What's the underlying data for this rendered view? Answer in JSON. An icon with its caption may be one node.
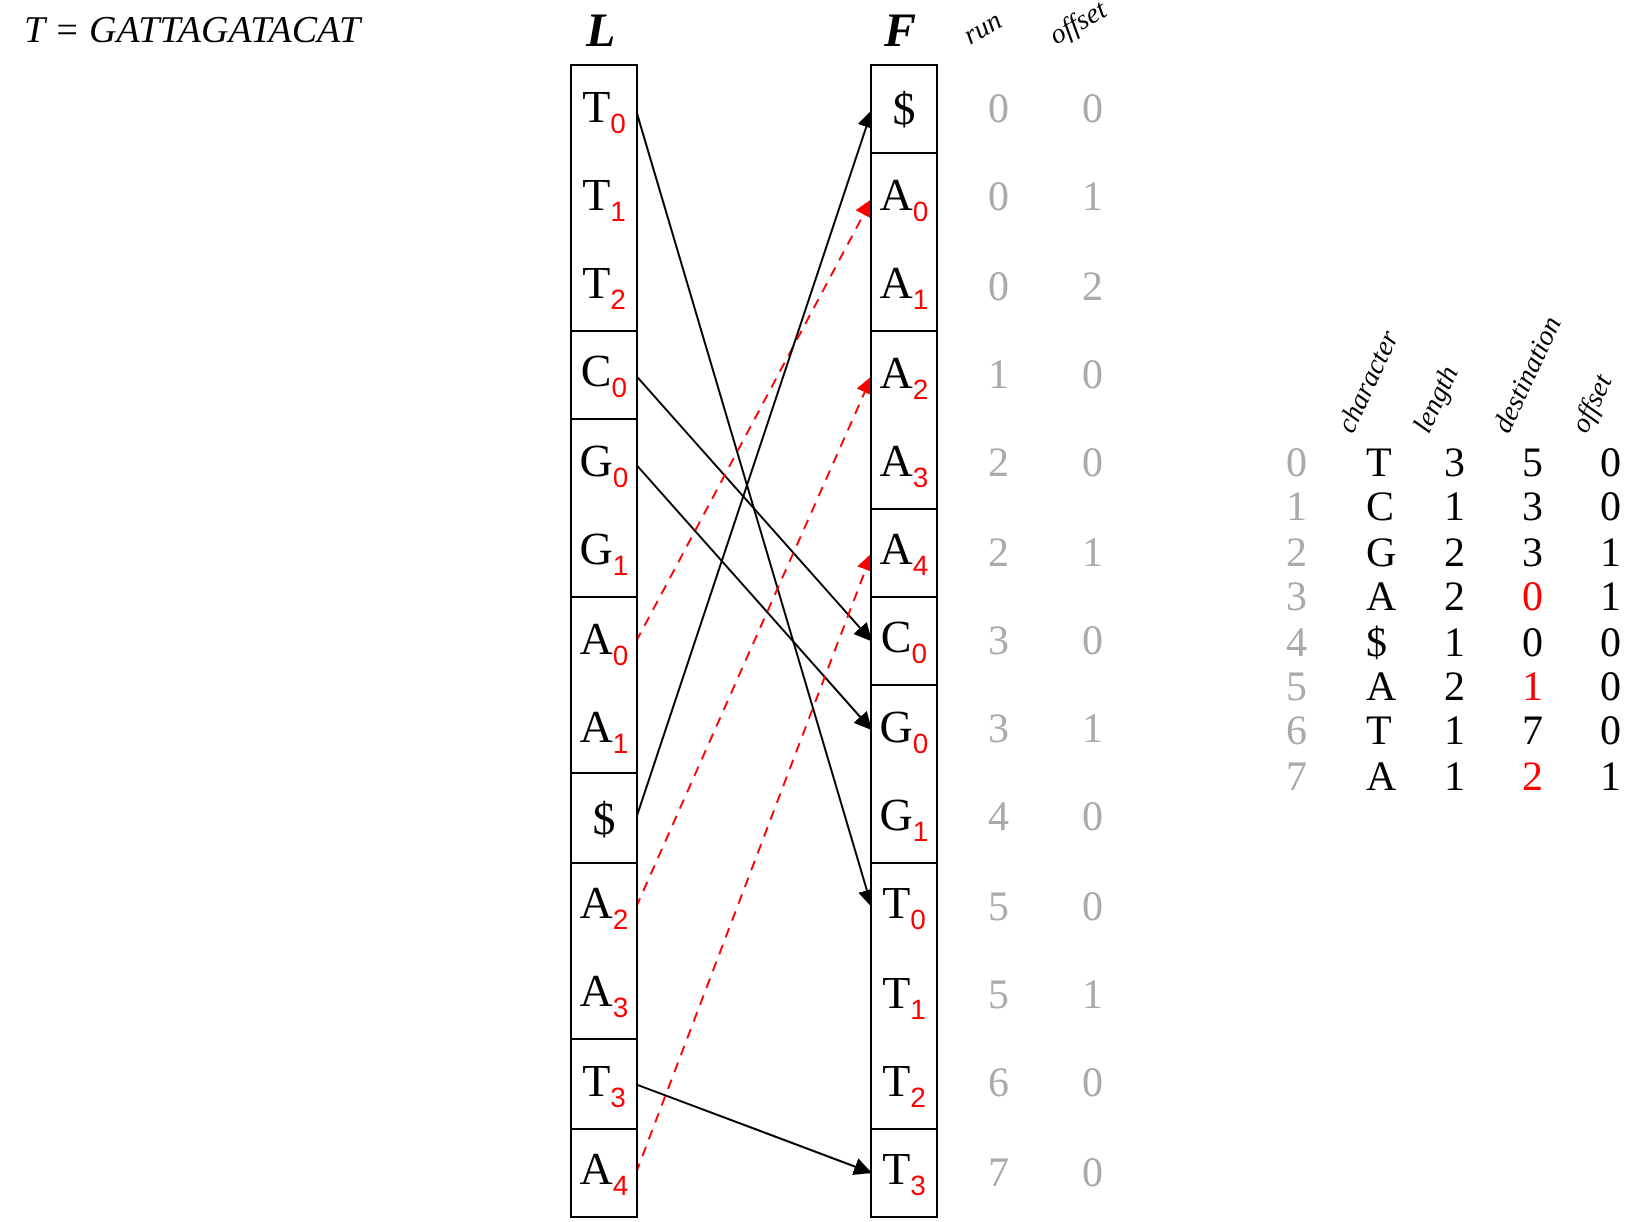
{
  "diagram": {
    "nodes": [
      {
        "text": [],
        "shape": "box"
      },
      {
        "text": [
          "T$_{0}$"
        ],
        "in": 0
      },
      {
        "text": [
          "T$_{1}$"
        ],
        "in": 0
      },
      {
        "text": [
          "T$_{2}$"
        ],
        "in": 0
      },
      {
        "text": [],
        "shape": "box"
      },
      {
        "text": [
          "C$_{0}$"
        ],
        "in": 4
      },
      {
        "text": [],
        "shape": "box"
      },
      {
        "text": [
          "G$_{0}$"
        ],
        "in": 6
      },
      {
        "text": [
          "G$_{1}$"
        ],
        "in": 6
      },
      {
        "text": [],
        "shape": "box"
      },
      {
        "text": [
          "A$_{0}$"
        ],
        "in": 9
      },
      {
        "text": [
          "A$_{1}$"
        ],
        "in": 9
      },
      {
        "text": [],
        "shape": "box"
      },
      {
        "text": [
          "$"
        ],
        "in": 12
      },
      {
        "text": [],
        "shape": "box"
      },
      {
        "text": [
          "A$_{2}$"
        ],
        "in": 14
      },
      {
        "text": [
          "A$_{3}$"
        ],
        "in": 14
      },
      {
        "text": [],
        "shape": "box"
      },
      {
        "text": [
          "T$_{3}$"
        ],
        "in": 17
      },
      {
        "text": [],
        "shape": "box"
      },
      {
        "text": [
          "A$_{4}$"
        ],
        "in": 19
      },
      {
        "text": [],
        "shape": "box"
      },
      {
        "text": [
          "$"
        ],
        "in": 21
      },
      {
        "text": [],
        "shape": "box"
      },
      {
        "text": [
          "A$_{0}$"
        ],
        "in": 23
      },
      {
        "text": [
          "A$_{1}$"
        ],
        "in": 23
      },
      {
        "text": [],
        "shape": "box"
      },
      {
        "text": [
          "A$_{2}$"
        ],
        "in": 26
      },
      {
        "text": [
          "A$_{3}$"
        ],
        "in": 26
      },
      {
        "text": [],
        "shape": "box"
      },
      {
        "text": [
          "A$_{4}$"
        ],
        "in": 29
      },
      {
        "text": [],
        "shape": "box"
      },
      {
        "text": [
          "C$_{0}$"
        ],
        "in": 31
      },
      {
        "text": [],
        "shape": "box"
      },
      {
        "text": [
          "G$_{0}$"
        ],
        "in": 33
      },
      {
        "text": [
          "G$_{1}$"
        ],
        "in": 33
      },
      {
        "text": [],
        "shape": "box"
      },
      {
        "text": [
          "T$_{0}$"
        ],
        "in": 36
      },
      {
        "text": [
          "T$_{1}$"
        ],
        "in": 36
      },
      {
        "text": [
          "T$_{2}$"
        ],
        "in": 36
      },
      {
        "text": [],
        "shape": "box"
      },
      {
        "text": [
          "T$_{3}$"
        ],
        "in": 40
      }
    ],
    "edges": [
      {
        "from": 1,
        "to": 37,
        "arrow": "to"
      },
      {
        "from": 5,
        "to": 32,
        "arrow": "to"
      },
      {
        "from": 7,
        "to": 34,
        "arrow": "to"
      },
      {
        "from": 10,
        "to": 24,
        "arrow": "to",
        "style": "dashed",
        "color": "#ff0000"
      },
      {
        "from": 13,
        "to": 22,
        "arrow": "to"
      },
      {
        "from": 15,
        "to": 27,
        "arrow": "to",
        "style": "dashed",
        "color": "#ff0000"
      },
      {
        "from": 18,
        "to": 41,
        "arrow": "to"
      },
      {
        "from": 20,
        "to": 30,
        "arrow": "to",
        "style": "dashed",
        "color": "#ff0000"
      }
    ],
    "labels": [
      "T = GATTAGATACAT",
      "L",
      "F",
      "run",
      "offset",
      "0",
      "0",
      "0",
      "1",
      "0",
      "2",
      "1",
      "0",
      "2",
      "0",
      "2",
      "1",
      "3",
      "0",
      "3",
      "1",
      "4",
      "0",
      "5",
      "0",
      "5",
      "1",
      "6",
      "0",
      "7",
      "0",
      "character",
      "length",
      "destination",
      "offset",
      "0",
      "T",
      "3",
      "5",
      "0",
      "1",
      "C",
      "1",
      "3",
      "0",
      "2",
      "G",
      "2",
      "3",
      "1",
      "3",
      "A",
      "2",
      "0",
      "1",
      "4",
      "$",
      "1",
      "0",
      "0",
      "5",
      "A",
      "2",
      "1",
      "0",
      "6",
      "T",
      "1",
      "7",
      "0",
      "7",
      "A",
      "1",
      "2",
      "1"
    ]
  }
}
